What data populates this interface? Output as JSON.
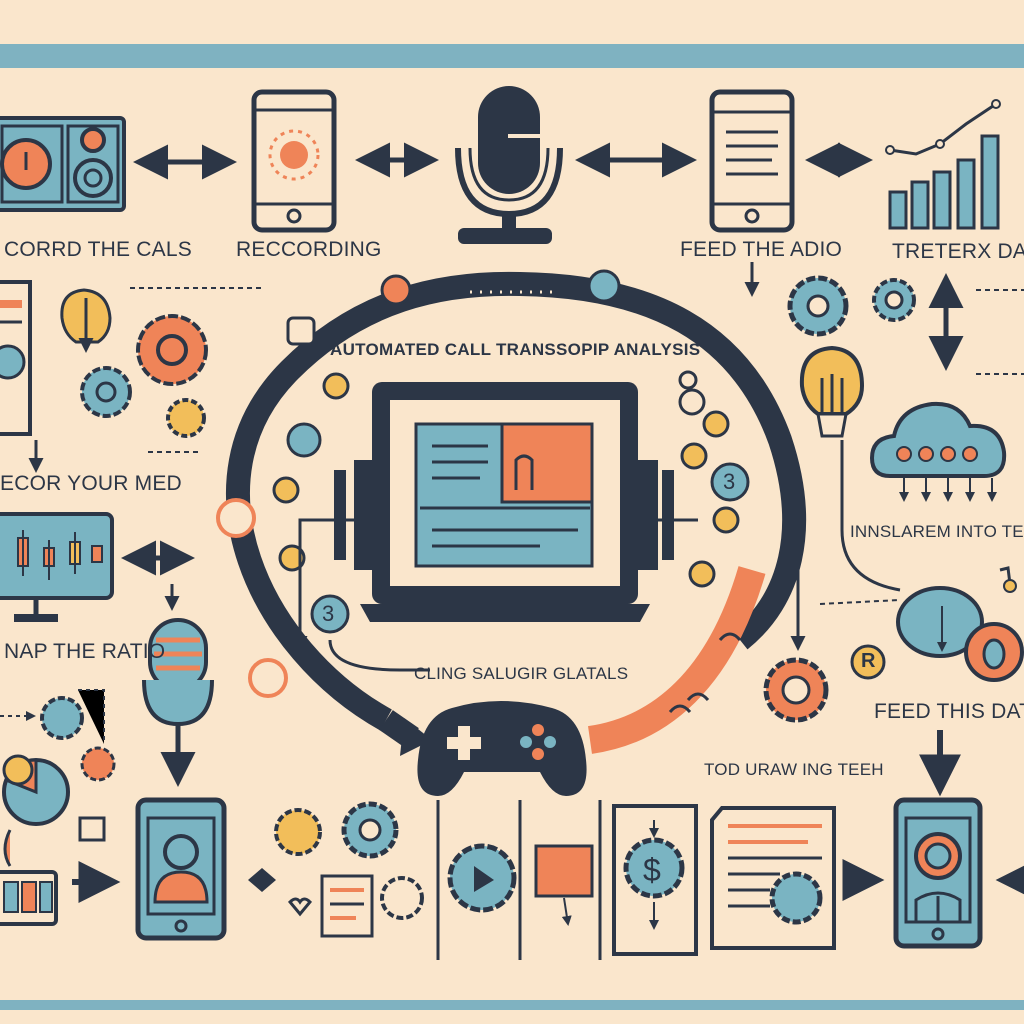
{
  "colors": {
    "background": "#fae6cc",
    "navy": "#2c3646",
    "blue": "#7ab4c2",
    "orange": "#ef8458",
    "yellow": "#f2be5a",
    "band": "#7fb2c1"
  },
  "labels": {
    "title": "AUTOMATED CALL TRANSSOPIP ANALYSIS",
    "record_calls": "CORRD THE  CALS",
    "recording": "RECCORDING",
    "feed_audio": "FEED THE  ADIO",
    "extract_data": "TRETERX DATA",
    "record_your_med": "ECOR YOUR MED",
    "map_ratio": "NAP THE RATIO",
    "translate_text": "INNSLAREM INTO TEX",
    "calling": "CLING SALUGIR GLATALS",
    "feed_data": "FEED THIS DATA",
    "drawing": "TOD URAW ING TEEH"
  },
  "badges": {
    "step_three_left": "3",
    "step_three_right": "3",
    "r_badge": "R",
    "dollar": "$"
  },
  "icons": [
    "speaker-icon",
    "phone-record-icon",
    "microphone-icon",
    "document-phone-icon",
    "bar-chart-icon",
    "gear-icon",
    "lightbulb-icon",
    "cloud-icon",
    "monitor-icon",
    "headphones-laptop-icon",
    "gamepad-icon",
    "avatar-phone-icon",
    "dollar-gear-icon"
  ]
}
